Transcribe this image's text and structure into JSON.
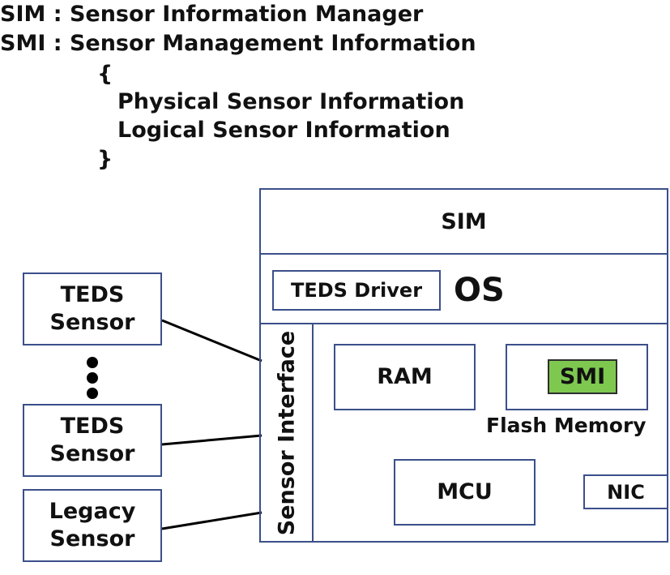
{
  "definitions": [
    {
      "id": "sim",
      "text": "SIM : Sensor Information Manager"
    },
    {
      "id": "smi",
      "text": "SMI : Sensor Management Information"
    },
    {
      "id": "brace-open",
      "text": "{"
    },
    {
      "id": "physical",
      "text": "Physical Sensor Information"
    },
    {
      "id": "logical",
      "text": "Logical Sensor Information"
    },
    {
      "id": "brace-close",
      "text": "}"
    }
  ],
  "diagram": {
    "sim_label": "SIM",
    "os_label": "OS",
    "teds_driver_label": "TEDS Driver",
    "sensor_interface_label": "Sensor Interface",
    "ram_label": "RAM",
    "smi_label": "SMI",
    "flash_memory_label": "Flash Memory",
    "mcu_label": "MCU",
    "nic_label": "NIC",
    "sensors": [
      {
        "line1": "TEDS",
        "line2": "Sensor"
      },
      {
        "line1": "TEDS",
        "line2": "Sensor"
      },
      {
        "line1": "Legacy",
        "line2": "Sensor"
      }
    ]
  },
  "colors": {
    "border": "#3b4f8a",
    "smi_fill": "#7ec850",
    "wire": "#000000"
  }
}
